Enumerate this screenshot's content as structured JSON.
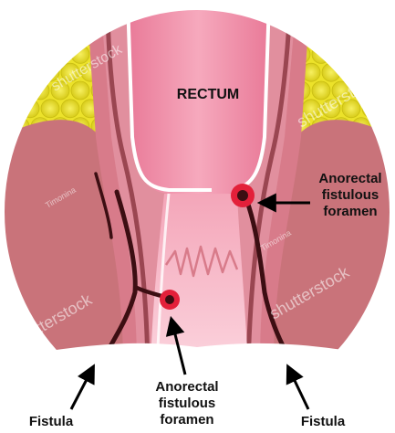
{
  "diagram": {
    "title": "RECTUM",
    "labels": {
      "foramen_upper": [
        "Anorectal",
        "fistulous",
        "foramen"
      ],
      "foramen_lower": [
        "Anorectal",
        "fistulous",
        "foramen"
      ],
      "fistula_left": "Fistula",
      "fistula_right": "Fistula"
    },
    "watermarks": {
      "brand": "shutterstock",
      "author": "Timonina"
    },
    "colors": {
      "fat": "#ece22a",
      "fat_dark": "#c8bd14",
      "muscle": "#c9737a",
      "muscle_light": "#e49aa0",
      "rectum": "#ee8da6",
      "rectum_light": "#f8c2cf",
      "rectum_wall": "#9a4651",
      "tract": "#3c0e12",
      "foramen": "#e3203a",
      "arrow": "#000000"
    }
  }
}
